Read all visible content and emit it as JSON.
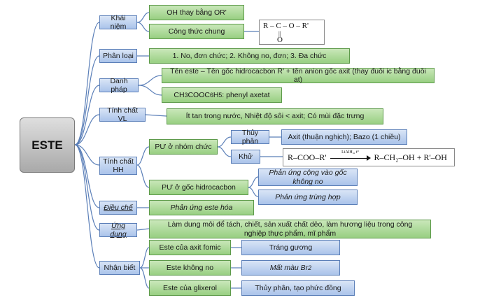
{
  "root": "ESTE",
  "categories": {
    "khai_niem": "Khái niệm",
    "phan_loai": "Phân loại",
    "danh_phap": "Danh pháp",
    "tinh_chat_vl": "Tính chất VL",
    "tinh_chat_hh": "Tính chất HH",
    "dieu_che": "Điều chế",
    "ung_dung": "Ứng dụng",
    "nhan_biet": "Nhận biết"
  },
  "khai_niem": {
    "item1": "OH thay bằng OR'",
    "item2": "Công thức chung",
    "formula_line": "R – C – O – R'",
    "formula_bond": "||",
    "formula_o": "O"
  },
  "phan_loai": {
    "item1": "1. No, đơn chức; 2. Không no, đơn; 3. Đa chức"
  },
  "danh_phap": {
    "item1": "Tên este – Tên gốc hidrocacbon R' + tên anion gốc axit (thay đuôi ic bằng đuôi at)",
    "example_p1": "CH",
    "example_s1": "3",
    "example_p2": "COOC",
    "example_s2": "6",
    "example_p3": "H",
    "example_s3": "5",
    "example_p4": ": phenyl axetat"
  },
  "tinh_chat_vl": {
    "item1": "Ít tan trong nước, Nhiệt độ sôi < axit; Có mùi đặc trưng"
  },
  "tinh_chat_hh": {
    "nhom_chuc": "PƯ ở nhóm chức",
    "thuy_phan": "Thủy phân",
    "thuy_phan_result": "Axit (thuận nghịch); Bazo (1 chiều)",
    "khu": "Khử",
    "khu_left": "R–COO–R'",
    "khu_condition": "LiAlH₄, t°",
    "khu_right": "R–CH₂–OH + R'–OH",
    "goc_hidrocacbon": "PƯ ở gốc hidrocacbon",
    "cong": "Phản ứng cộng vào gốc không no",
    "trung_hop": "Phản ứng trùng hợp"
  },
  "dieu_che": {
    "item1": "Phản ứng este hóa"
  },
  "ung_dung": {
    "item1": "Làm dung môi để tách, chiết, sản xuất chất dẻo, làm hương liệu trong công nghiệp thực phẩm, mĩ phẩm"
  },
  "nhan_biet": {
    "i1": "Este của axit fomic",
    "r1": "Tráng gương",
    "i2": "Este không no",
    "r2_p1": "Mất màu Br",
    "r2_s1": "2",
    "i3": "Este của glixerol",
    "r3": "Thủy phân, tạo phức đồng"
  }
}
